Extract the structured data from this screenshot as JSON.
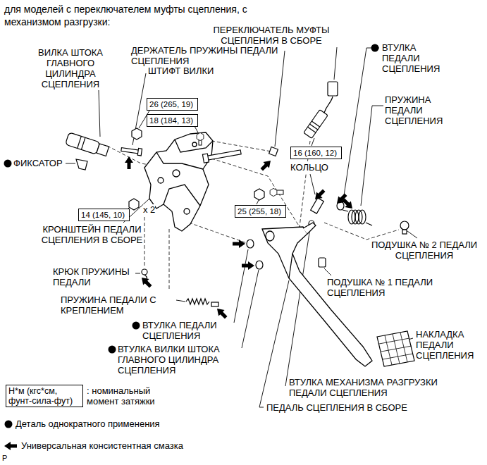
{
  "diagram": {
    "title": "для моделей с переключателем муфты сцепления, с механизмом разгрузки:",
    "nodes": [
      {
        "text": [
          "26 (265, 19)"
        ]
      },
      {
        "text": [
          "18 (184, 13)"
        ]
      },
      {
        "text": [
          "16 (160, 12)"
        ]
      },
      {
        "text": [
          "25 (255, 18)"
        ]
      },
      {
        "text": [
          "14 (145, 10)"
        ]
      },
      {
        "text": [
          "Н*м (кгс*см, фунт-сила-фут)"
        ]
      }
    ],
    "labels": [
      "ПЕРЕКЛЮЧАТЕЛЬ МУФТЫ СЦЕПЛЕНИЯ В СБОРЕ",
      "ВТУЛКА ПЕДАЛИ СЦЕПЛЕНИЯ",
      "ВИЛКА ШТОКА ГЛАВНОГО ЦИЛИНДРА СЦЕПЛЕНИЯ",
      "ДЕРЖАТЕЛЬ ПРУЖИНЫ ПЕДАЛИ СЦЕПЛЕНИЯ",
      "ШТИФТ ВИЛКИ",
      "ПРУЖИНА ПЕДАЛИ СЦЕПЛЕНИЯ",
      "ФИКСАТОР",
      "КОЛЬЦО",
      "x 2",
      "КРОНШТЕЙН ПЕДАЛИ СЦЕПЛЕНИЯ В СБОРЕ",
      "ПОДУШКА № 2 ПЕДАЛИ СЦЕПЛЕНИЯ",
      "КРЮК ПРУЖИНЫ ПЕДАЛИ",
      "ПОДУШКА № 1 ПЕДАЛИ СЦЕПЛЕНИЯ",
      "ПРУЖИНА ПЕДАЛИ С КРЕПЛЕНИЕМ",
      "ВТУЛКА ПЕДАЛИ СЦЕПЛЕНИЯ",
      "НАКЛАДКА ПЕДАЛИ СЦЕПЛЕНИЯ",
      "ВТУЛКА ВИЛКИ ШТОКА ГЛАВНОГО ЦИЛИНДРА СЦЕПЛЕНИЯ",
      "ВТУЛКА МЕХАНИЗМА РАЗГРУЗКИ ПЕДАЛИ СЦЕПЛЕНИЯ",
      "ПЕДАЛЬ СЦЕПЛЕНИЯ В СБОРЕ",
      ": номинальный момент затяжки",
      "P"
    ],
    "legend": [
      {
        "text": "Деталь однократного применения"
      },
      {
        "text": "Универсальная консистентная смазка"
      }
    ]
  }
}
